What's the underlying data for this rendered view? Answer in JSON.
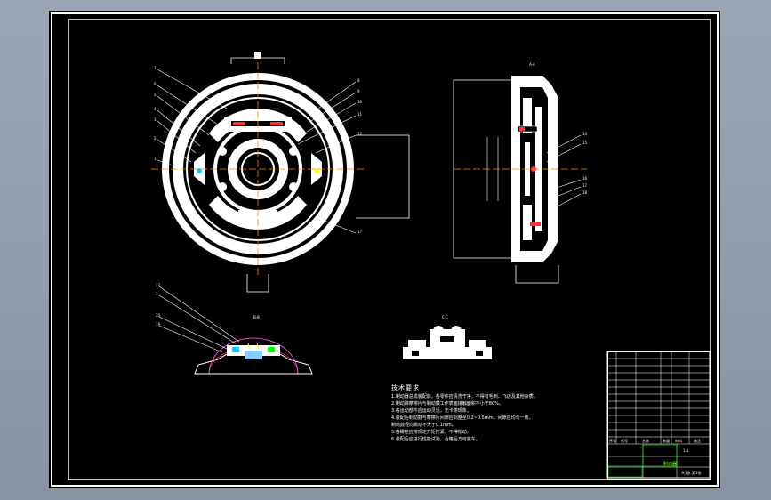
{
  "drawing": {
    "title": "Brake Assembly Drawing",
    "background": "#000000",
    "frame_color": "#ffffff",
    "highlight_color": "#00ff00",
    "accent_colors": [
      "#ff3030",
      "#ff8800",
      "#00ccff",
      "#ffff00"
    ],
    "section_label_1": "A-A",
    "section_label_2": "B-B",
    "section_label_3": "C-C"
  },
  "tech_notes": {
    "title": "技术要求",
    "lines": [
      "1.制动器总成装配前，各零件应清洗干净，不得有毛刺、飞边及其他杂质。",
      "2.制动蹄摩擦片与制动鼓工作表面接触面积不小于80%。",
      "3.各运动部件应运动灵活，无卡滞现象。",
      "4.装配后制动鼓与摩擦片间隙应调整至0.2~0.5mm，间隙应均匀一致。",
      "   制动鼓径向跳动不大于0.1mm。",
      "5.各螺栓应按规定力矩拧紧，不得松动。",
      "6.装配后应进行性能试验，合格后方可装车。"
    ]
  },
  "title_block": {
    "drawing_name": "制动器",
    "scale": "1:1",
    "sheet": "共1张 第1张",
    "headers": [
      "序号",
      "代号",
      "名称",
      "数量",
      "材料",
      "备注"
    ]
  }
}
